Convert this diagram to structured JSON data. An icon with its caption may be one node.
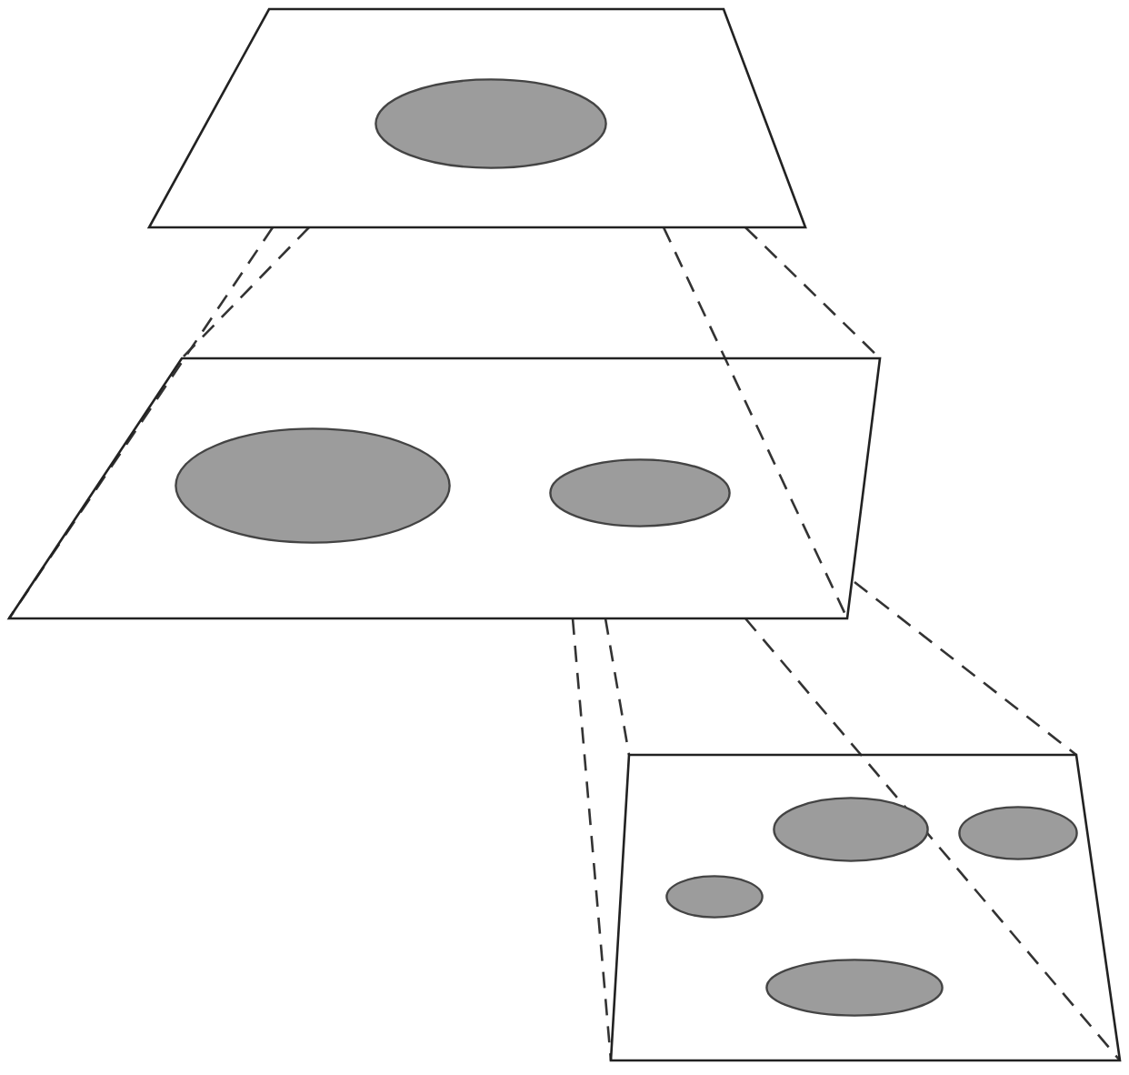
{
  "diagram": {
    "nodes": [
      {
        "text": [],
        "shape": "box"
      },
      {
        "text": [],
        "shape": "ellipse",
        "in": 0
      },
      {
        "text": [],
        "shape": "box"
      },
      {
        "text": [],
        "shape": "ellipse",
        "in": 2
      },
      {
        "text": [],
        "shape": "ellipse",
        "in": 2
      },
      {
        "text": [],
        "shape": "box"
      },
      {
        "text": [],
        "shape": "ellipse",
        "in": 5
      },
      {
        "text": [],
        "shape": "ellipse",
        "in": 5
      },
      {
        "text": [],
        "shape": "ellipse",
        "in": 5
      },
      {
        "text": [],
        "shape": "ellipse",
        "in": 5
      }
    ],
    "edges": [
      {
        "from": 0,
        "to": 2,
        "arrow": "none",
        "style": "dashed"
      },
      {
        "from": 0,
        "to": 2,
        "arrow": "none",
        "style": "dashed"
      },
      {
        "from": 0,
        "to": 2,
        "arrow": "none",
        "style": "dashed"
      },
      {
        "from": 0,
        "to": 2,
        "arrow": "none",
        "style": "dashed"
      },
      {
        "from": 2,
        "to": 5,
        "arrow": "none",
        "style": "dashed"
      },
      {
        "from": 2,
        "to": 5,
        "arrow": "none",
        "style": "dashed"
      },
      {
        "from": 2,
        "to": 5,
        "arrow": "none",
        "style": "dashed"
      },
      {
        "from": 2,
        "to": 5,
        "arrow": "none",
        "style": "dashed"
      }
    ]
  }
}
